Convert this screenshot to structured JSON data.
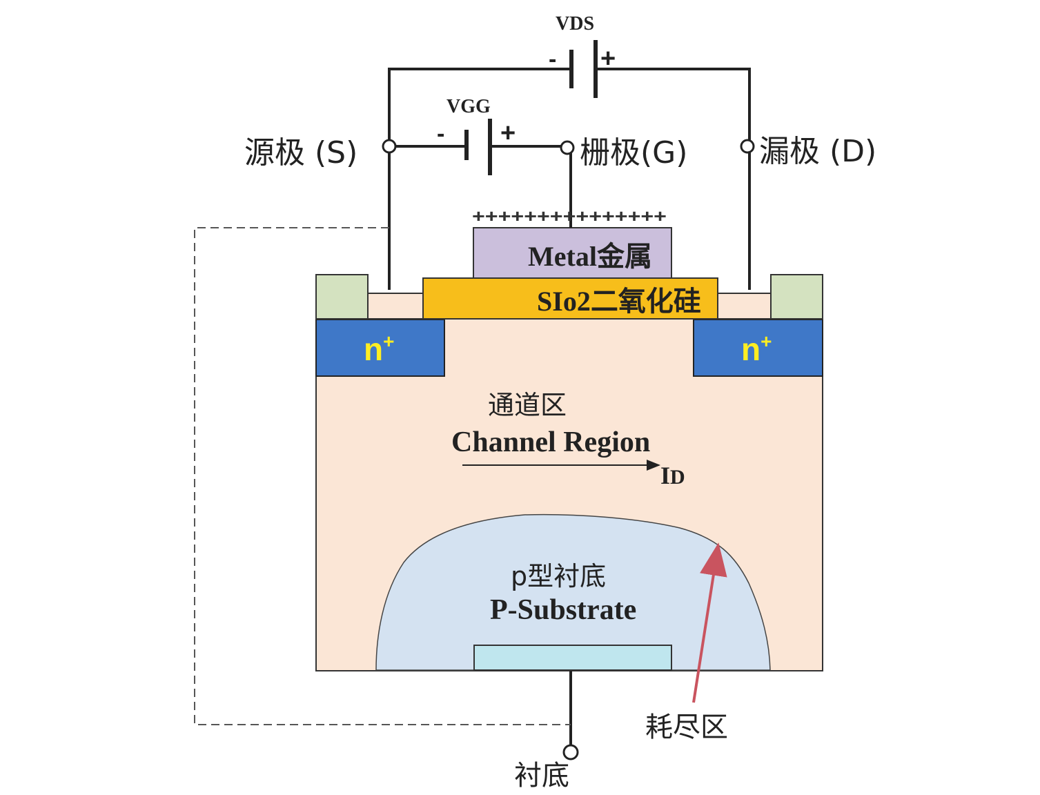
{
  "labels": {
    "vds": "VDS",
    "vgg": "VGG",
    "minus": "-",
    "plus": "+",
    "source": "源极  (S)",
    "gate": "栅极(G)",
    "drain": "漏极 (D)",
    "gate_charges": "+++++++++++++++",
    "metal": "Metal金属",
    "oxide": "SIo2二氧化硅",
    "n_plus_base": "n",
    "n_plus_sup": "+",
    "channel_cn": "通道区",
    "channel_en": "Channel Region",
    "id_main": "I",
    "id_sub": "D",
    "substrate_cn": "p型衬底",
    "substrate_en": "P-Substrate",
    "depletion": "耗尽区",
    "body_terminal": "衬底"
  },
  "colors": {
    "wire": "#222222",
    "substrate_fill": "#fbe6d6",
    "depletion_fill": "#d4e2f1",
    "n_plus_fill": "#3f78c8",
    "n_plus_text": "#ffee22",
    "metal_fill": "#cbbfdc",
    "oxide_fill": "#f7be1b",
    "contact_fill": "#d4e2c0",
    "contact_plate": "#bfe6ee",
    "arrow_red": "#c9545f"
  }
}
